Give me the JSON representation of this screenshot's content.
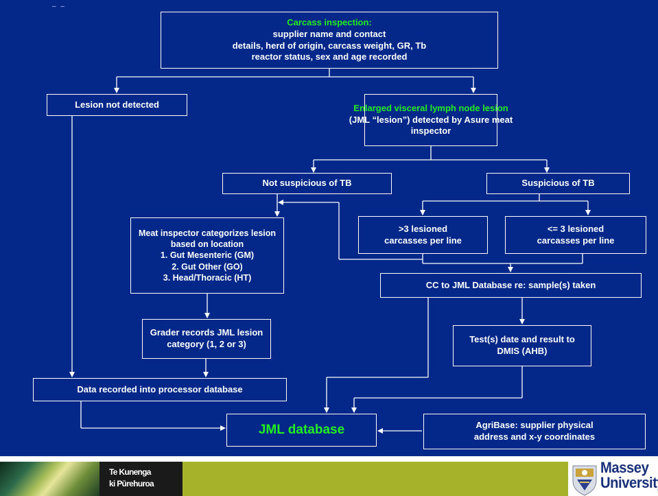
{
  "flow": {
    "carcass": {
      "highlight": "Carcass inspection:",
      "line1": "supplier name and contact",
      "line2": "details, herd of origin, carcass weight, GR, Tb",
      "line3": "reactor status, sex and age recorded"
    },
    "lesion_not_detected": "Lesion not detected",
    "enlarged": {
      "highlight": "Enlarged visceral lymph node lesion",
      "line1": "(JML “lesion”) detected by Asure meat",
      "line2": "inspector"
    },
    "not_suspicious": "Not suspicious of TB",
    "suspicious": "Suspicious of TB",
    "categorize": {
      "line1": "Meat inspector categorizes lesion",
      "line2": "based on location",
      "line3": "1. Gut Mesenteric (GM)",
      "line4": "2. Gut Other (GO)",
      "line5": "3. Head/Thoracic (HT)"
    },
    "gt3": {
      "line1": ">3 lesioned",
      "line2": "carcasses per line"
    },
    "le3": {
      "line1": "<= 3 lesioned",
      "line2": "carcasses per line"
    },
    "cc": "CC to JML Database re: sample(s) taken",
    "grader": {
      "line1": "Grader records JML lesion",
      "line2": "category (1, 2 or 3)"
    },
    "tests": {
      "line1": "Test(s) date and result to",
      "line2": "DMIS (AHB)"
    },
    "data_recorded": "Data recorded into processor database",
    "jml_db": "JML database",
    "agribase": {
      "line1": "AgriBase: supplier physical",
      "line2": "address and x-y coordinates"
    }
  },
  "footer": {
    "motto_line1": "Te Kunenga",
    "motto_line2": "ki Pūrehuroa",
    "university_line1": "Massey",
    "university_line2": "University"
  },
  "colors": {
    "background": "#03288a",
    "highlight": "#22ee22",
    "footer_green": "#a7b22b"
  },
  "icons": [
    "arrow-icon",
    "crest-icon",
    "leaf-image"
  ]
}
